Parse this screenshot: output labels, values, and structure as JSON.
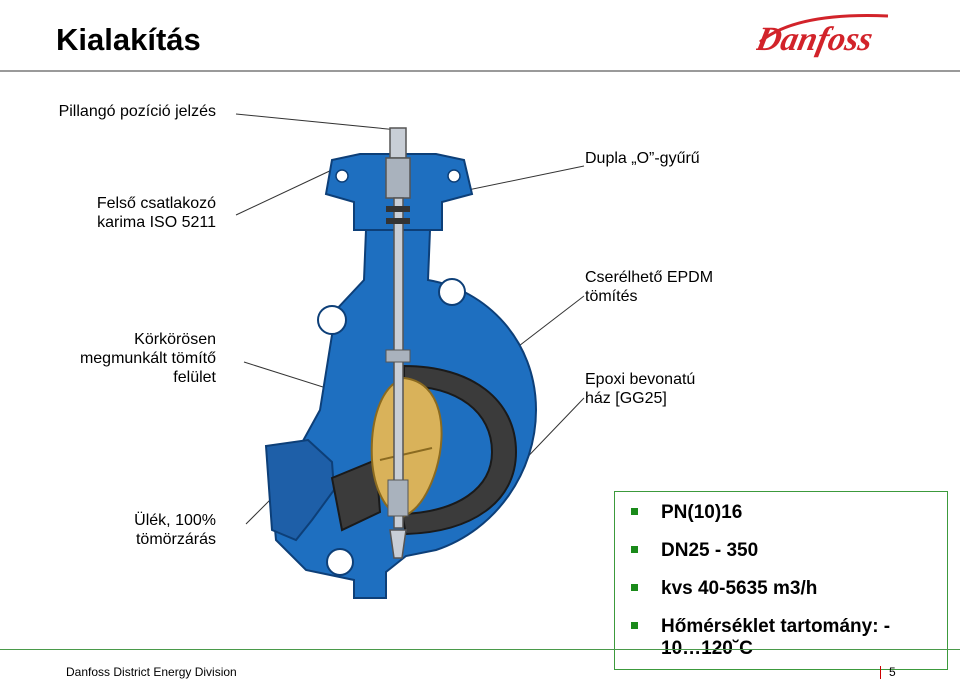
{
  "title": "Kialakítás",
  "logo": {
    "text": "Danfoss",
    "color": "#d2232a"
  },
  "labels": {
    "butterfly_indicator": "Pillangó pozíció jelzés",
    "top_flange_line1": "Felső csatlakozó",
    "top_flange_line2": "karima ISO 5211",
    "sealing_surface_line1": "Körkörösen",
    "sealing_surface_line2": "megmunkált tömítő",
    "sealing_surface_line3": "felület",
    "seat_line1": "Ülék, 100%",
    "seat_line2": "tömörzárás",
    "oring": "Dupla „O”-gyűrű",
    "epdm_line1": "Cserélhető EPDM",
    "epdm_line2": "tömítés",
    "epoxy_line1": "Epoxi bevonatú",
    "epoxy_line2": "ház [GG25]"
  },
  "specs": [
    {
      "text": "PN(10)16"
    },
    {
      "text": "DN25 - 350"
    },
    {
      "text": "kvs 40-5635 m3/h"
    },
    {
      "text_line1": "Hőmérséklet tartomány: -",
      "text_line2": "10…120˘C"
    }
  ],
  "footer": {
    "division": "Danfoss District Energy Division",
    "page": "5"
  },
  "colors": {
    "valve_body": "#1e6fc0",
    "disc": "#d9b25a",
    "gasket": "#3b3b3b",
    "spec_border": "#3c9a3c",
    "bullet": "#1a8a1a"
  },
  "image": {
    "subject": "butterfly-valve-cutaway"
  }
}
